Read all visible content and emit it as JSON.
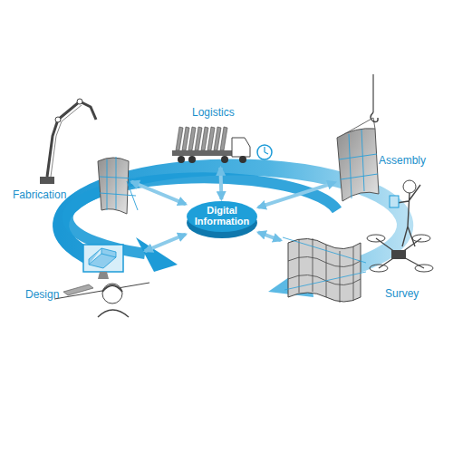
{
  "diagram": {
    "nodes": [
      {
        "text": [
          "Logistics"
        ]
      },
      {
        "text": [
          "Assembly"
        ]
      },
      {
        "text": [
          "Fabrication"
        ]
      },
      {
        "text": [
          "Digital Information"
        ]
      },
      {
        "text": [
          "Design"
        ]
      },
      {
        "text": [
          "Survey"
        ]
      }
    ],
    "edges": [
      {
        "from": 3,
        "to": 0,
        "arrow": "both"
      },
      {
        "from": 3,
        "to": 1,
        "arrow": "both"
      },
      {
        "from": 3,
        "to": 2,
        "arrow": "both"
      },
      {
        "from": 3,
        "to": 4,
        "arrow": "both"
      },
      {
        "from": 3,
        "to": 5,
        "arrow": "both"
      }
    ]
  }
}
